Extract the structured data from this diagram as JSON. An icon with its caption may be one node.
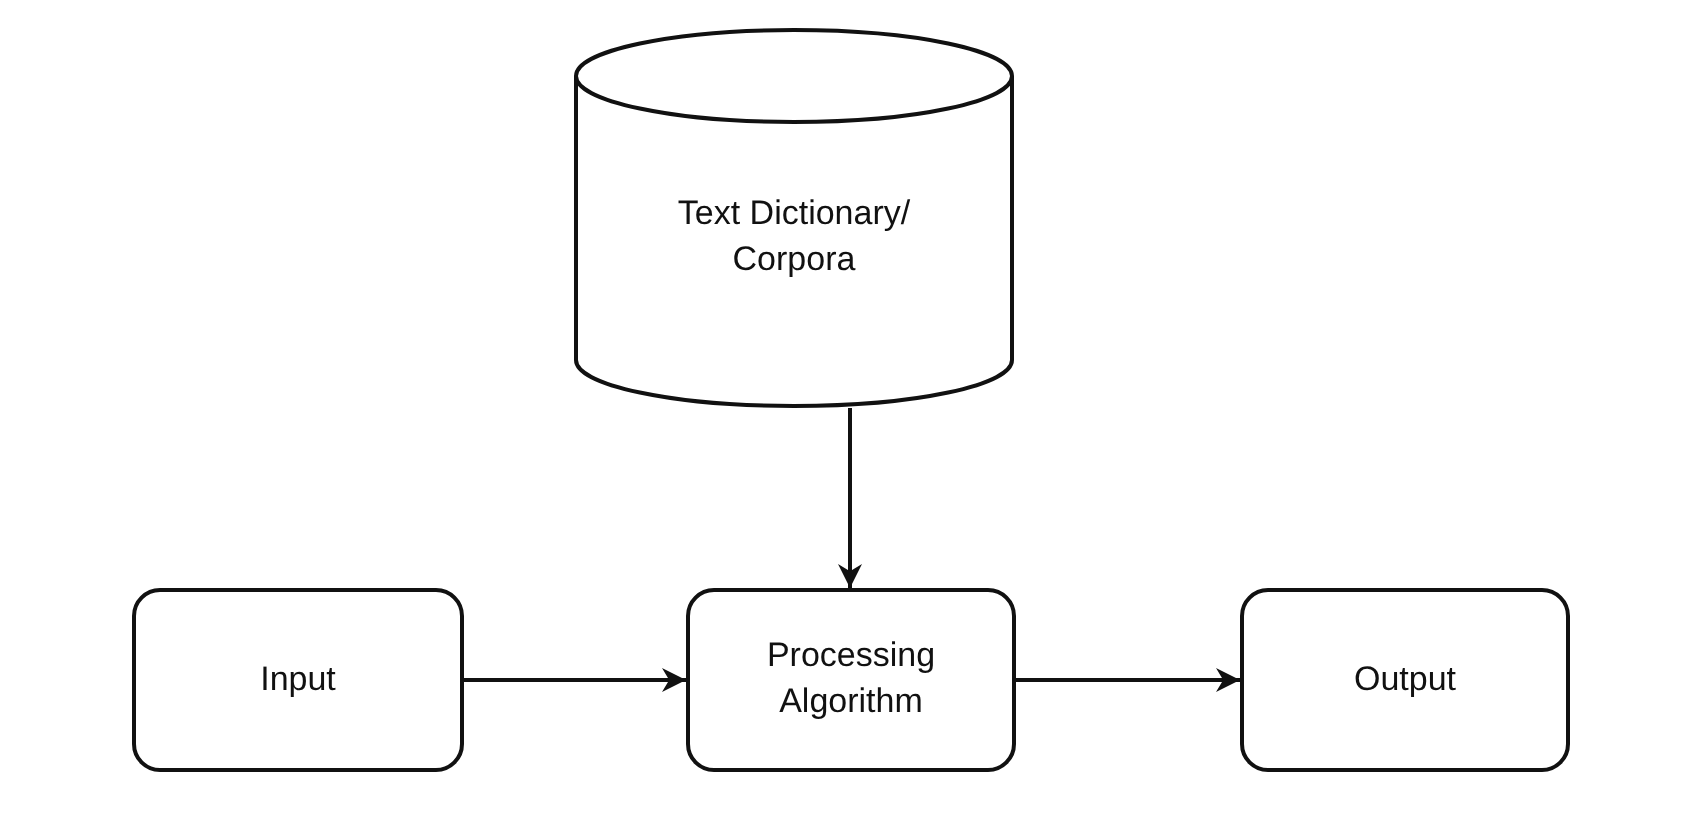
{
  "diagram": {
    "nodes": [
      {
        "text": [
          "Text Dictionary/ Corpora"
        ]
      },
      {
        "text": [
          "Input"
        ]
      },
      {
        "text": [
          "Processing Algorithm"
        ]
      },
      {
        "text": [
          "Output"
        ]
      }
    ],
    "edges": [
      {
        "from": 0,
        "to": 2,
        "arrow": "to"
      },
      {
        "from": 1,
        "to": 2,
        "arrow": "to"
      },
      {
        "from": 2,
        "to": 3,
        "arrow": "to"
      }
    ]
  }
}
